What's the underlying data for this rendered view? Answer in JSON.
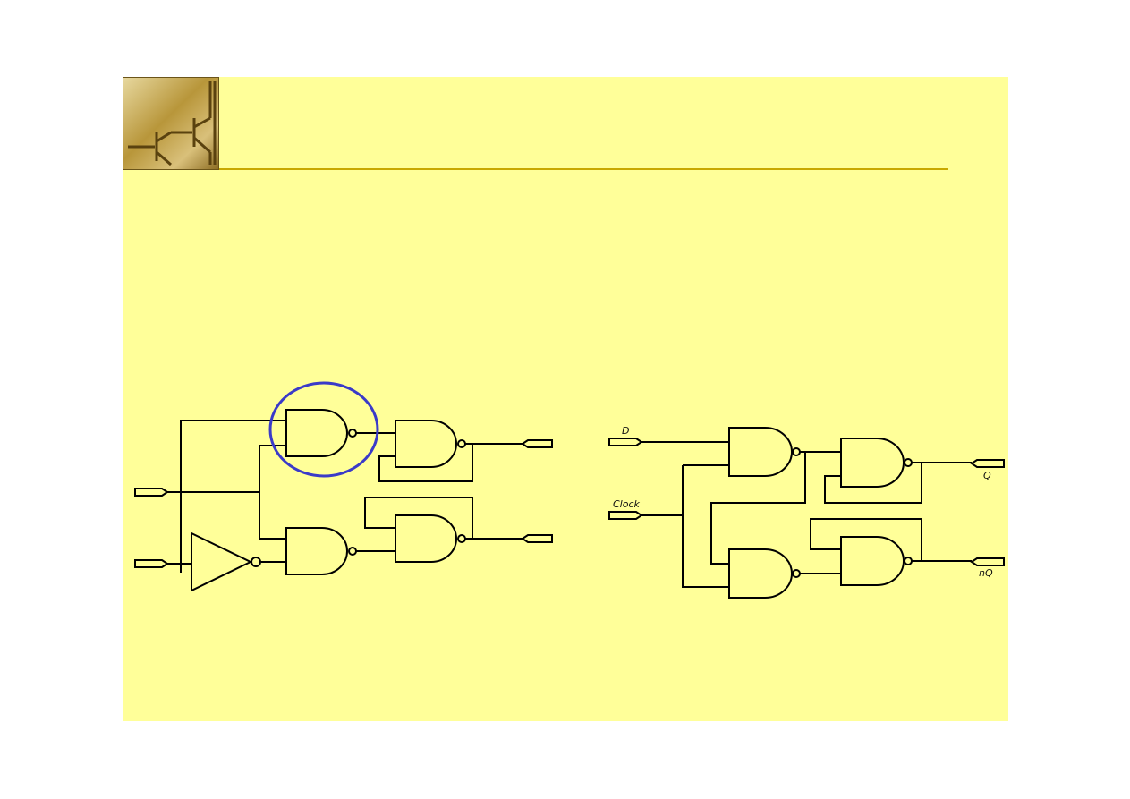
{
  "slide": {
    "background": "#ffff99",
    "rule_color": "#c8a800",
    "logo_icon": "transistor-logo-icon"
  },
  "left_circuit": {
    "highlight_color": "#3a3ac8",
    "inputs": [
      "",
      ""
    ],
    "outputs": [
      "",
      ""
    ]
  },
  "right_circuit": {
    "input_d": "D",
    "input_clock": "Clock",
    "output_q": "Q",
    "output_nq": "nQ"
  }
}
